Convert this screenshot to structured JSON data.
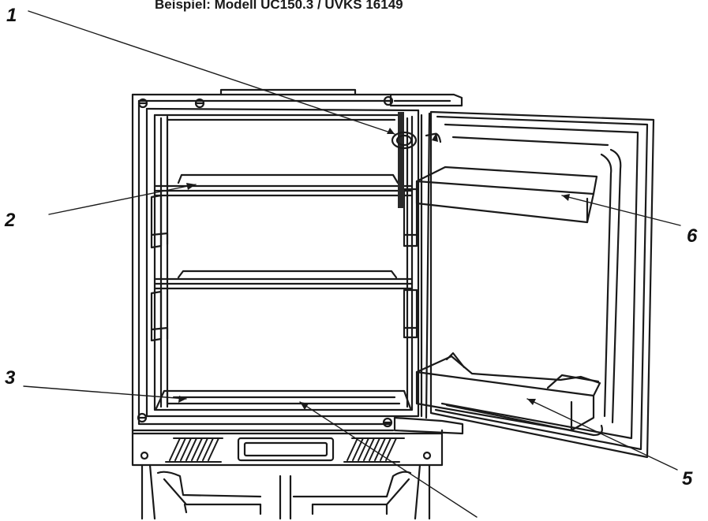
{
  "diagram": {
    "title": "Beispiel: Modell UC150.3 / UVKS 16149",
    "callouts": [
      {
        "id": "c1",
        "label": "1"
      },
      {
        "id": "c2",
        "label": "2"
      },
      {
        "id": "c3",
        "label": "3"
      },
      {
        "id": "c5",
        "label": "5"
      },
      {
        "id": "c6",
        "label": "6"
      }
    ],
    "colors": {
      "stroke": "#1a1a1a",
      "fill_dark": "#2a2a2a",
      "background": "#ffffff"
    }
  }
}
